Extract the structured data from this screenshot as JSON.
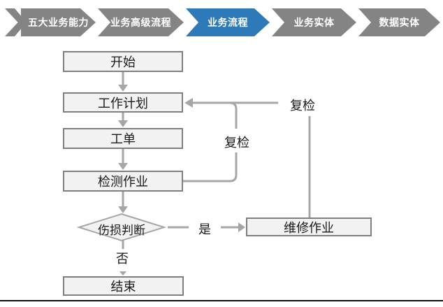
{
  "nav": {
    "items": [
      {
        "label": "五大业务能力",
        "active": false
      },
      {
        "label": "业务高级流程",
        "active": false
      },
      {
        "label": "业务流程",
        "active": true
      },
      {
        "label": "业务实体",
        "active": false
      },
      {
        "label": "数据实体",
        "active": false
      }
    ],
    "active_color": "#2e79b8",
    "inactive_color": "#848484"
  },
  "flowchart": {
    "nodes": {
      "start": {
        "label": "开始",
        "type": "process"
      },
      "work_plan": {
        "label": "工作计划",
        "type": "process"
      },
      "work_order": {
        "label": "工单",
        "type": "process"
      },
      "inspection": {
        "label": "检测作业",
        "type": "process"
      },
      "decision": {
        "label": "伤损判断",
        "type": "decision"
      },
      "repair": {
        "label": "维修作业",
        "type": "process"
      },
      "end": {
        "label": "结束",
        "type": "process"
      }
    },
    "edge_labels": {
      "yes": "是",
      "no": "否",
      "recheck_outer": "复检",
      "recheck_inner": "复检"
    },
    "line_color": "#a6a6a6",
    "node_fill": "#f2f2f2",
    "node_border": "#7f7f7f"
  }
}
